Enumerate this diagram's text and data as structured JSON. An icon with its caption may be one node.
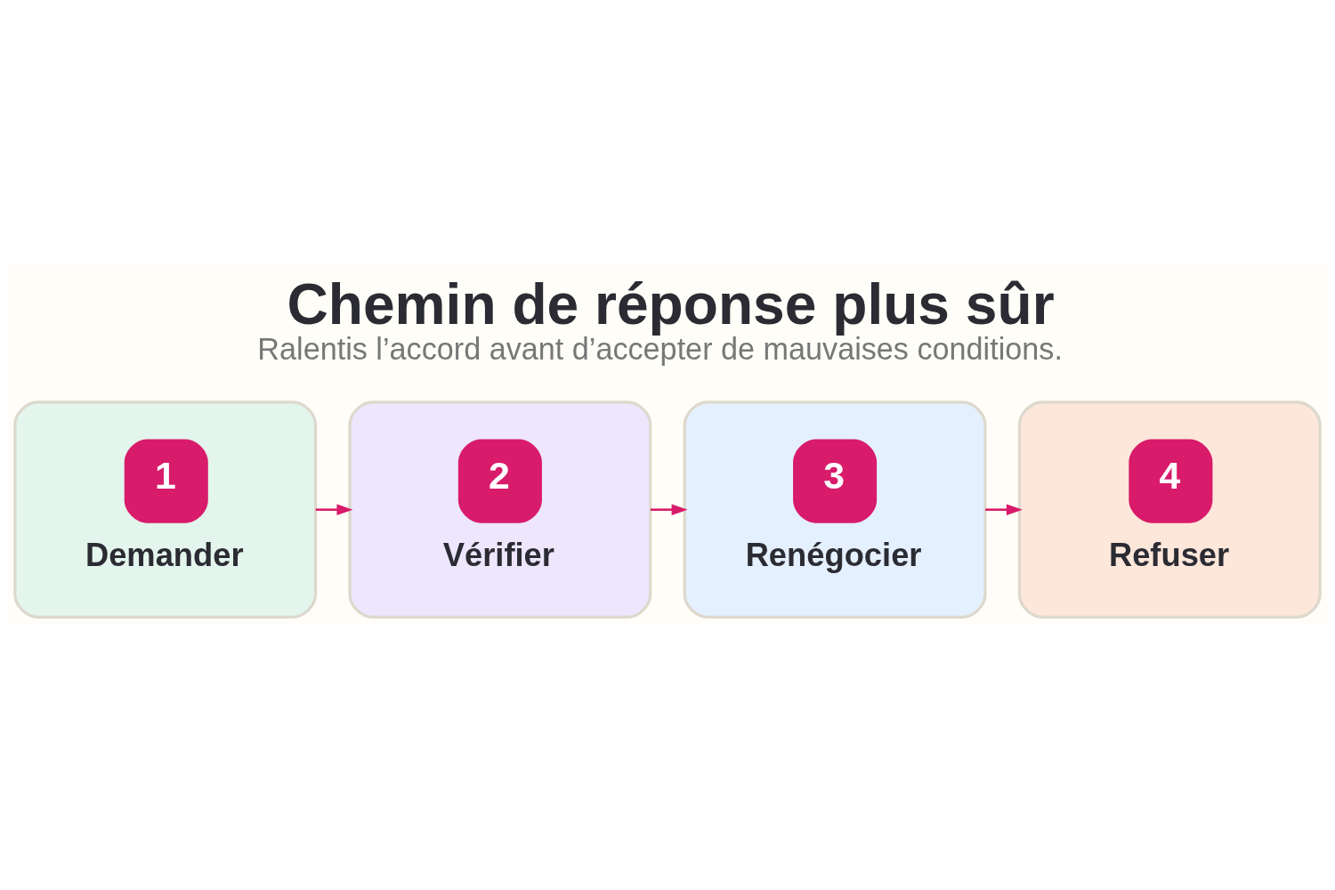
{
  "diagram": {
    "title": "Chemin de réponse plus sûr",
    "caption": "Ralentis l’accord avant d’accepter de mauvaises conditions.",
    "nodes": [
      {
        "text": [
          "1",
          "Demander"
        ]
      },
      {
        "text": [
          "2",
          "Vérifier"
        ]
      },
      {
        "text": [
          "3",
          "Renégocier"
        ]
      },
      {
        "text": [
          "4",
          "Refuser"
        ]
      }
    ],
    "edges": [
      {
        "from": 0,
        "to": 1,
        "arrow": "to"
      },
      {
        "from": 1,
        "to": 2,
        "arrow": "to"
      },
      {
        "from": 2,
        "to": 3,
        "arrow": "to"
      }
    ]
  }
}
